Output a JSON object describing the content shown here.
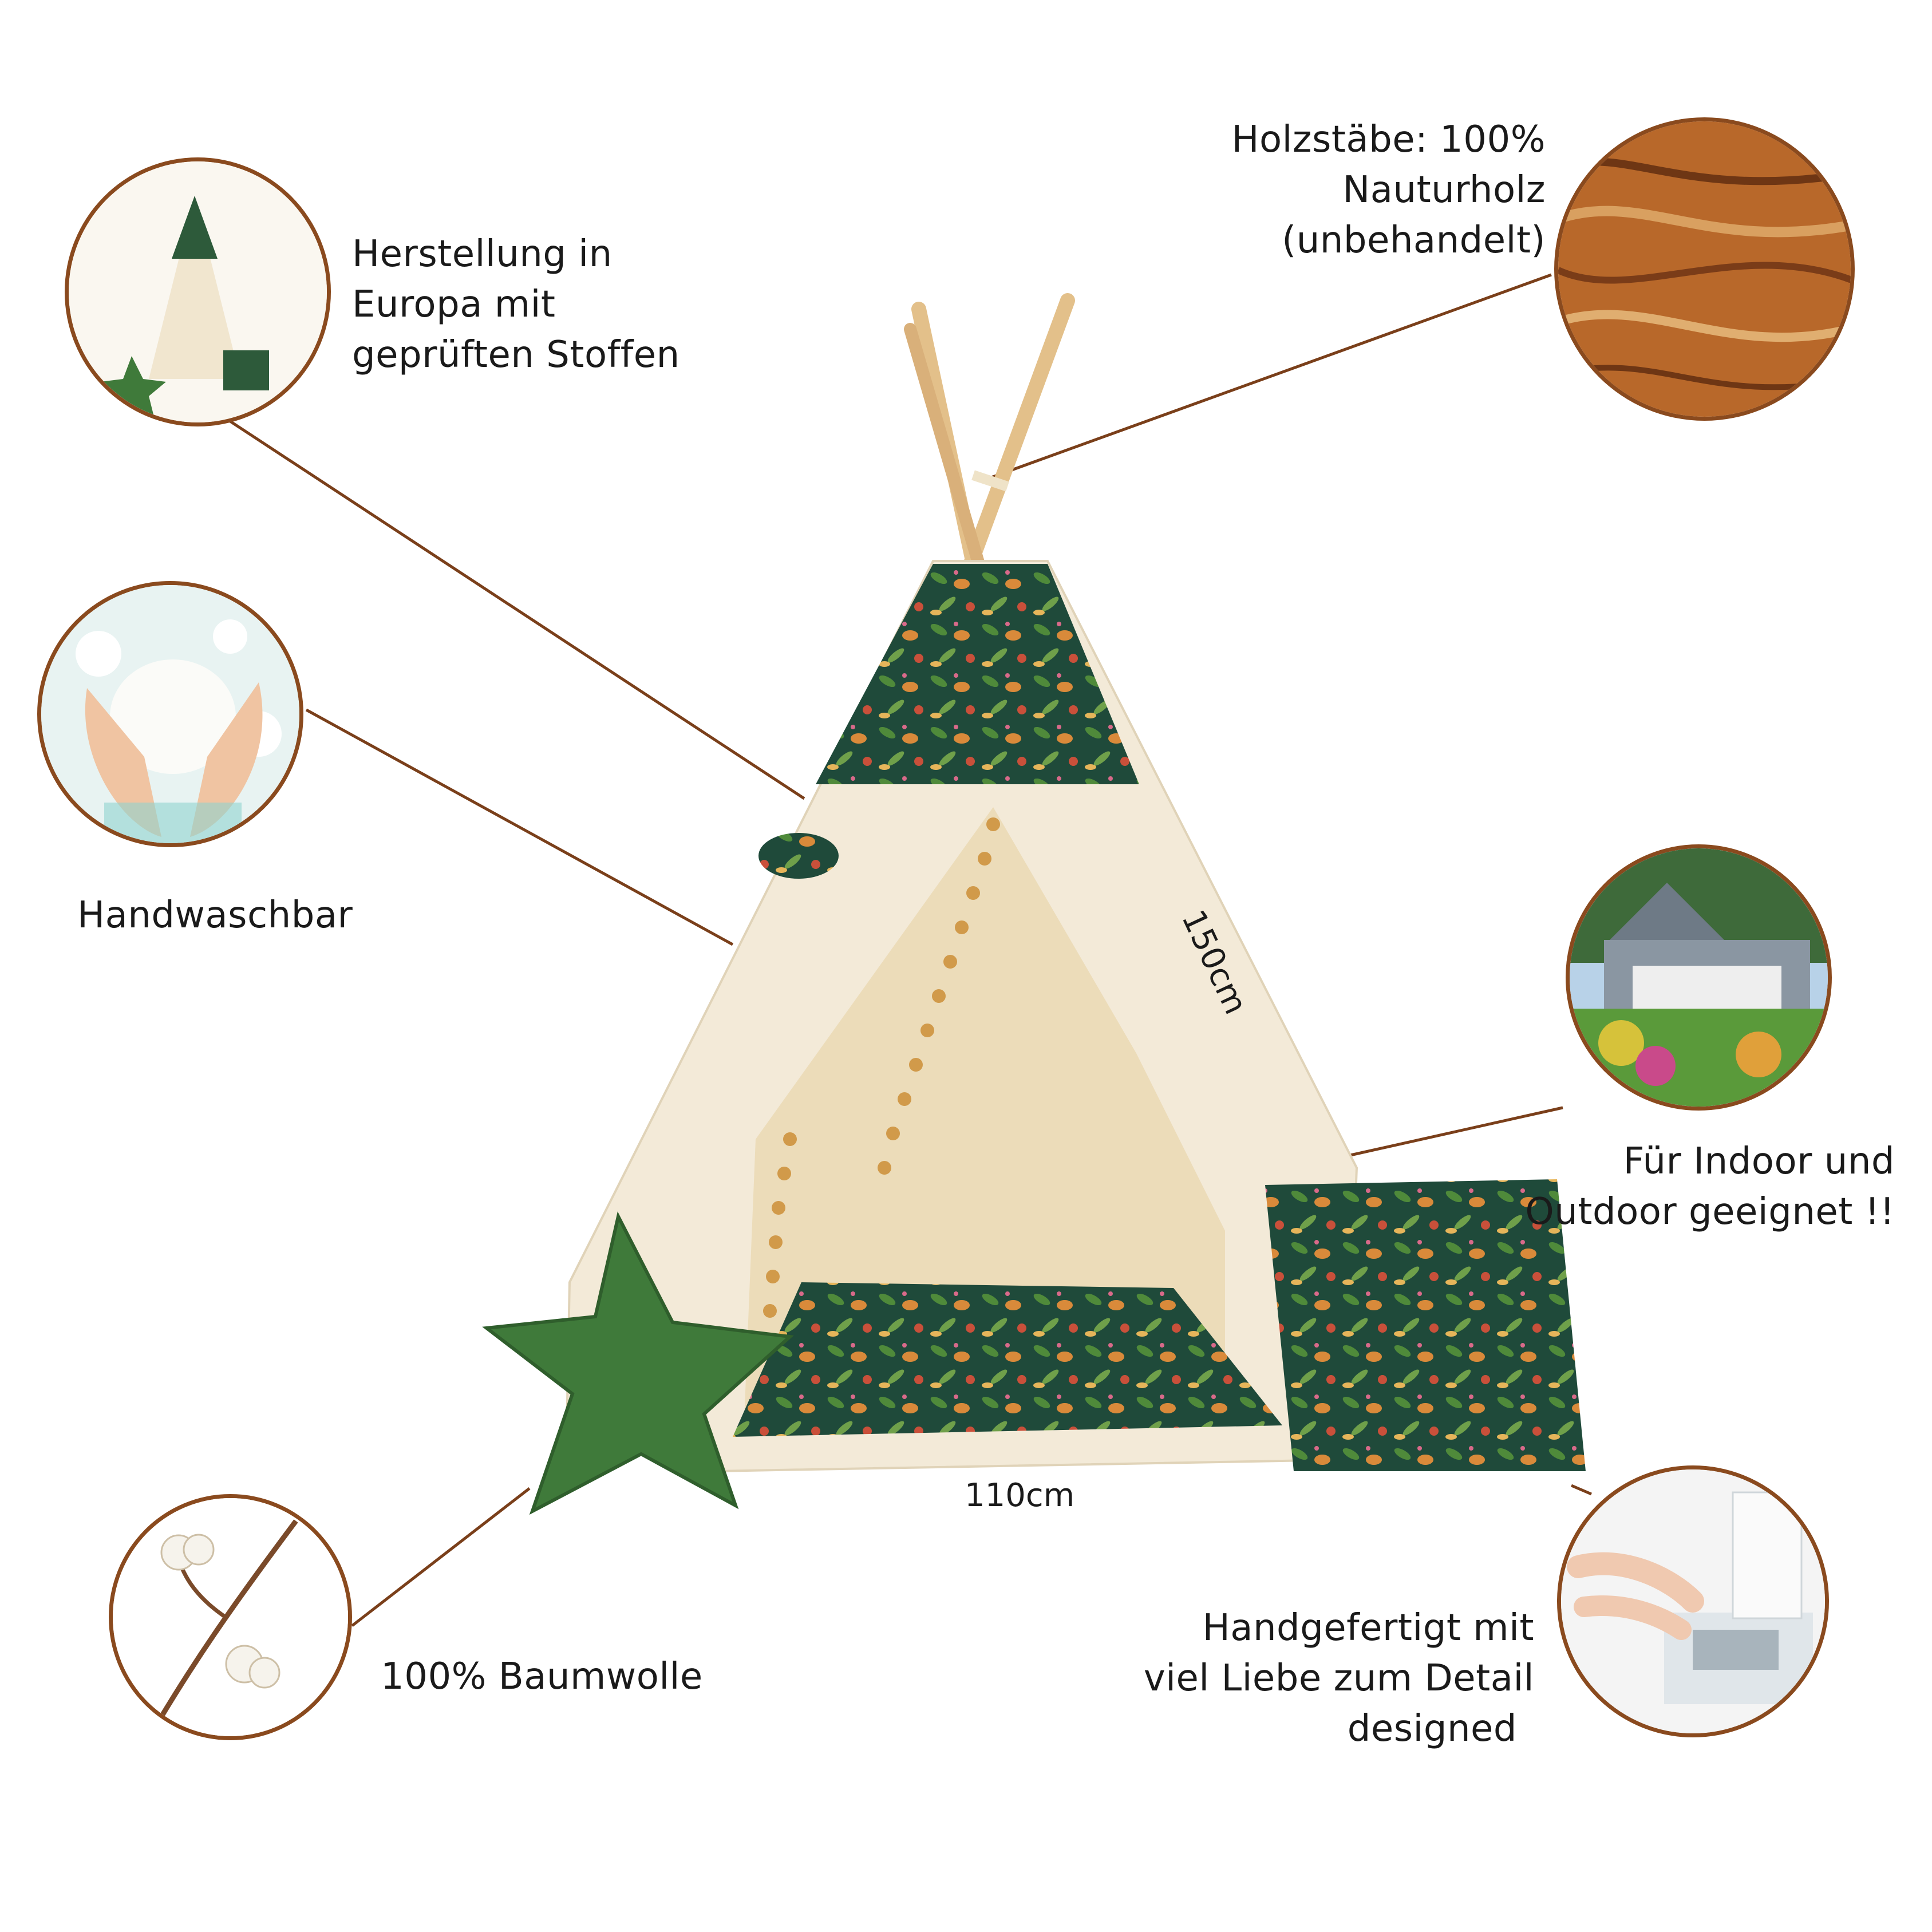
{
  "features": {
    "herstellung": [
      "Herstellung in",
      "Europa mit",
      "geprüften Stoffen"
    ],
    "holz": [
      "Holzstäbe: 100%",
      "Nauturholz",
      "(unbehandelt)"
    ],
    "handwasch": "Handwaschbar",
    "indoor": [
      "Für Indoor und",
      "Outdoor geeignet !!"
    ],
    "baumwolle": "100% Baumwolle",
    "handgefertigt": [
      "Handgefertigt mit",
      "viel Liebe zum Detail",
      "designed"
    ]
  },
  "dimensions": {
    "height": "150cm",
    "width": "110cm"
  },
  "colors": {
    "accent_brown": "#8a4a1e",
    "jungle_green": "#1f4a3a",
    "star_green": "#3f7a3a",
    "canvas_cream": "#f3ead8",
    "pompom_ochre": "#d19a4a"
  },
  "icons": [
    "teepee-thumbnail-icon",
    "wood-grain-icon",
    "hand-wash-icon",
    "house-icon",
    "cotton-branch-icon",
    "sewing-machine-icon",
    "star-pillow-icon"
  ]
}
